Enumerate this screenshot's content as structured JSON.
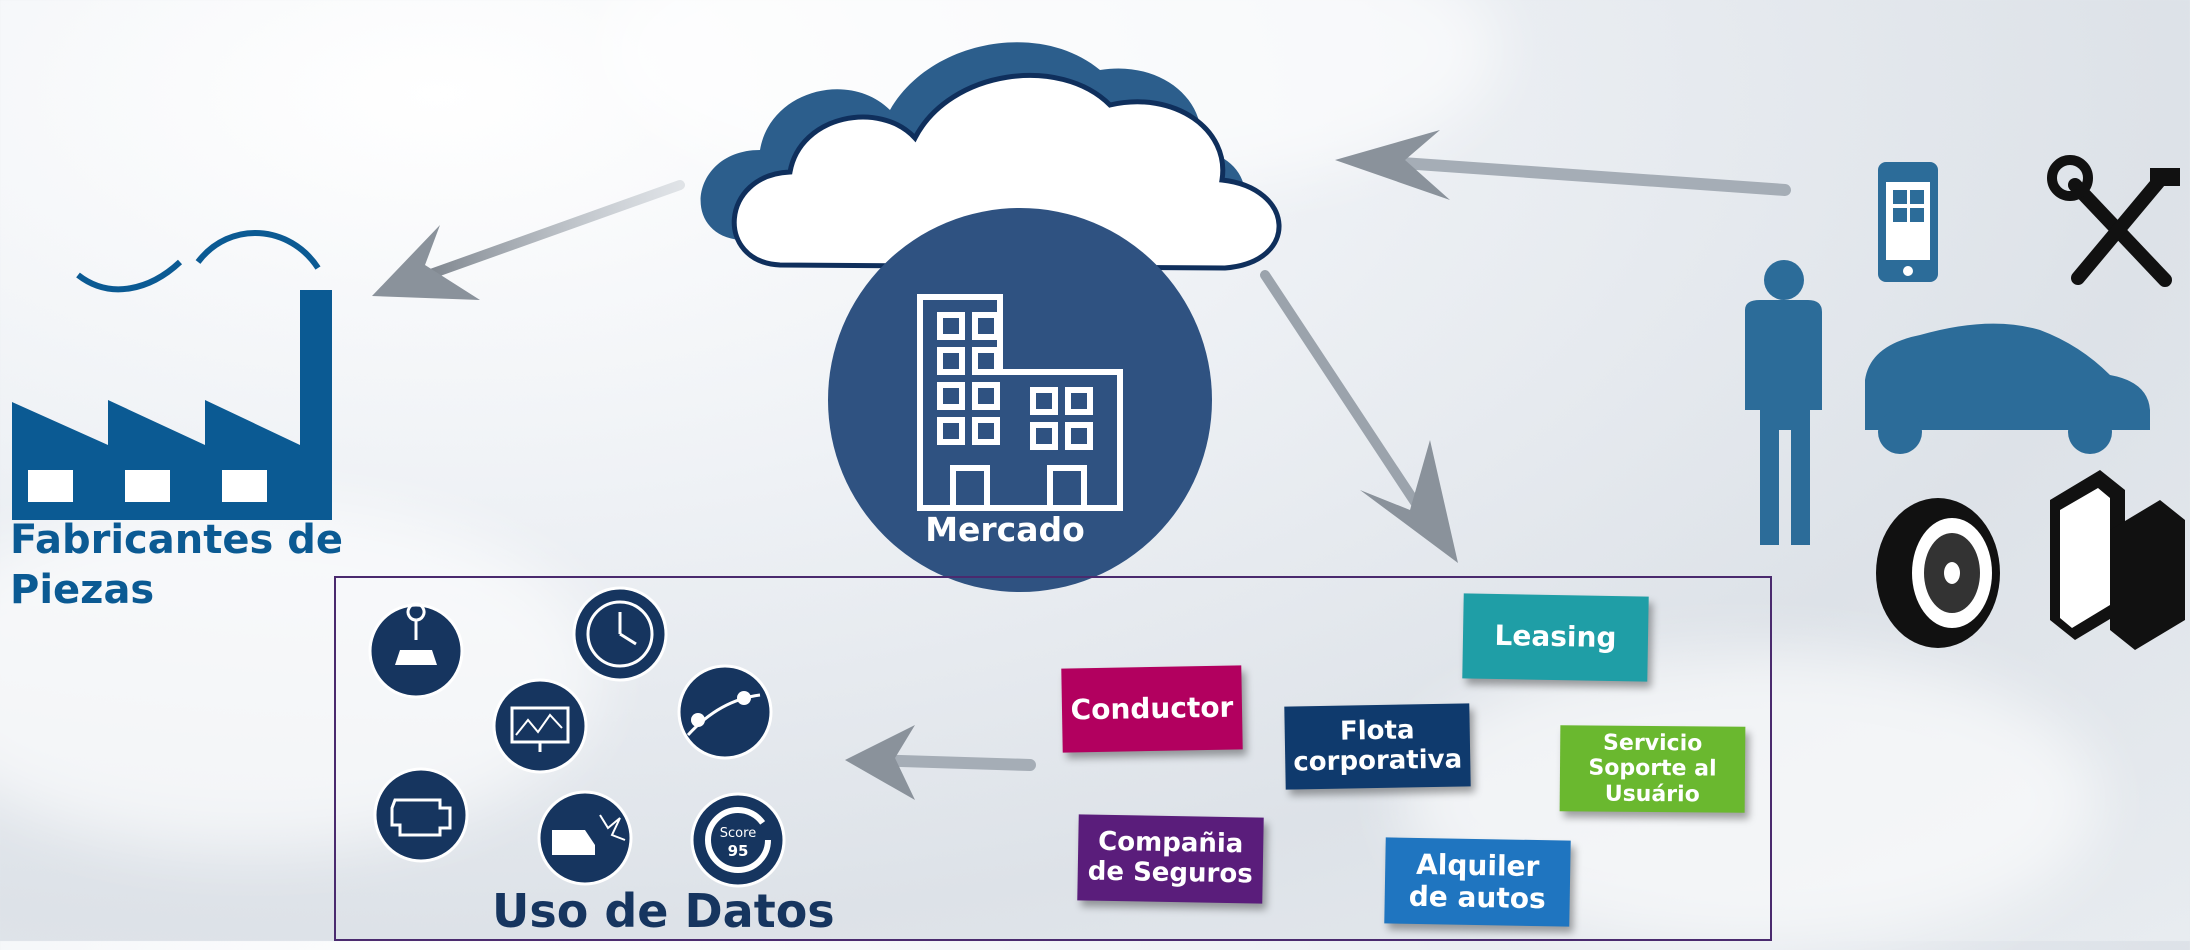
{
  "market": {
    "label": "Mercado"
  },
  "manufacturers": {
    "label_line1": "Fabricantes de",
    "label_line2": "Piezas"
  },
  "data_usage": {
    "title": "Uso de Datos"
  },
  "sticky_notes": {
    "leasing": "Leasing",
    "conductor": "Conductor",
    "fleet_line1": "Flota",
    "fleet_line2": "corporativa",
    "support_line1": "Servicio",
    "support_line2": "Soporte al",
    "support_line3": "Usuário",
    "insurance_line1": "Compañia",
    "insurance_line2": "de Seguros",
    "rental_line1": "Alquiler",
    "rental_line2": "de autos"
  },
  "icons": {
    "score_label": "Score",
    "score_value": "95"
  },
  "colors": {
    "primary_blue": "#2f5281",
    "dark_blue": "#16355f",
    "factory_blue": "#0b5a93",
    "cloud_shadow": "#2c5e8c",
    "leasing": "#1f9ea6",
    "conductor": "#b2005f",
    "fleet": "#0f3a6d",
    "support": "#6ab82f",
    "insurance": "#5a1d7b",
    "rental": "#1f75c0",
    "frame": "#4a2a6e"
  }
}
